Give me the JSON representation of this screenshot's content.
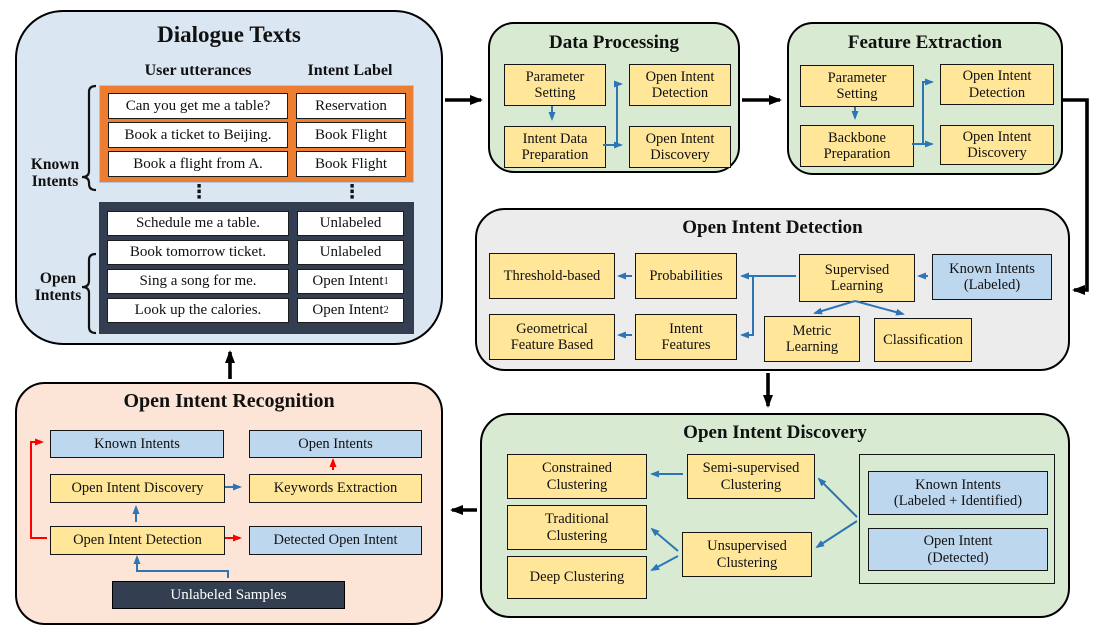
{
  "colors": {
    "dialogue_bg": "#dbe6f3",
    "green_bg": "#d9ead3",
    "gray_bg": "#ececec",
    "peach_bg": "#fce4d6",
    "node_yellow": "#ffe699",
    "node_blue": "#bdd7ee",
    "navy": "#333f50",
    "orange_frame": "#ed7d31",
    "arrow_blue": "#2e75b6",
    "arrow_red": "#ff0000",
    "arrow_black": "#000000"
  },
  "dialogue": {
    "title": "Dialogue Texts",
    "columns": {
      "user": "User utterances",
      "intent": "Intent Label"
    },
    "known_group_label": "Known Intents",
    "open_group_label": "Open Intents",
    "ellipsis": "⋮",
    "known_rows": [
      {
        "utterance": "Can you get me a table?",
        "label": "Reservation"
      },
      {
        "utterance": "Book a ticket to Beijing.",
        "label": "Book Flight"
      },
      {
        "utterance": "Book a flight from A.",
        "label": "Book Flight"
      }
    ],
    "open_rows": [
      {
        "utterance": "Schedule me a table.",
        "label": "Unlabeled",
        "sub": ""
      },
      {
        "utterance": "Book tomorrow ticket.",
        "label": "Unlabeled",
        "sub": ""
      },
      {
        "utterance": "Sing a song for me.",
        "label": "Open Intent",
        "sub": "1"
      },
      {
        "utterance": "Look up the calories.",
        "label": "Open Intent",
        "sub": "2"
      }
    ]
  },
  "data_processing": {
    "title": "Data Processing",
    "nodes": {
      "parameter_setting": "Parameter\nSetting",
      "open_intent_detection": "Open Intent\nDetection",
      "intent_data_preparation": "Intent Data\nPreparation",
      "open_intent_discovery": "Open Intent\nDiscovery"
    }
  },
  "feature_extraction": {
    "title": "Feature Extraction",
    "nodes": {
      "parameter_setting": "Parameter\nSetting",
      "open_intent_detection": "Open Intent\nDetection",
      "backbone_preparation": "Backbone\nPreparation",
      "open_intent_discovery": "Open Intent\nDiscovery"
    }
  },
  "open_intent_detection": {
    "title": "Open Intent Detection",
    "nodes": {
      "threshold_based": "Threshold-based",
      "probabilities": "Probabilities",
      "supervised_learning": "Supervised\nLearning",
      "known_intents_labeled": "Known Intents\n(Labeled)",
      "geometrical_feature_based": "Geometrical\nFeature Based",
      "intent_features": "Intent\nFeatures",
      "metric_learning": "Metric\nLearning",
      "classification": "Classification"
    }
  },
  "open_intent_discovery": {
    "title": "Open Intent Discovery",
    "nodes": {
      "constrained_clustering": "Constrained\nClustering",
      "semi_supervised_clustering": "Semi-supervised\nClustering",
      "traditional_clustering": "Traditional\nClustering",
      "unsupervised_clustering": "Unsupervised\nClustering",
      "deep_clustering": "Deep Clustering",
      "known_intents_labeled_identified": "Known Intents\n(Labeled + Identified)",
      "open_intent_detected": "Open Intent\n(Detected)"
    }
  },
  "open_intent_recognition": {
    "title": "Open Intent Recognition",
    "nodes": {
      "known_intents": "Known Intents",
      "open_intents": "Open Intents",
      "open_intent_discovery": "Open Intent Discovery",
      "keywords_extraction": "Keywords Extraction",
      "open_intent_detection": "Open Intent Detection",
      "detected_open_intent": "Detected Open Intent",
      "unlabeled_samples": "Unlabeled Samples"
    }
  }
}
